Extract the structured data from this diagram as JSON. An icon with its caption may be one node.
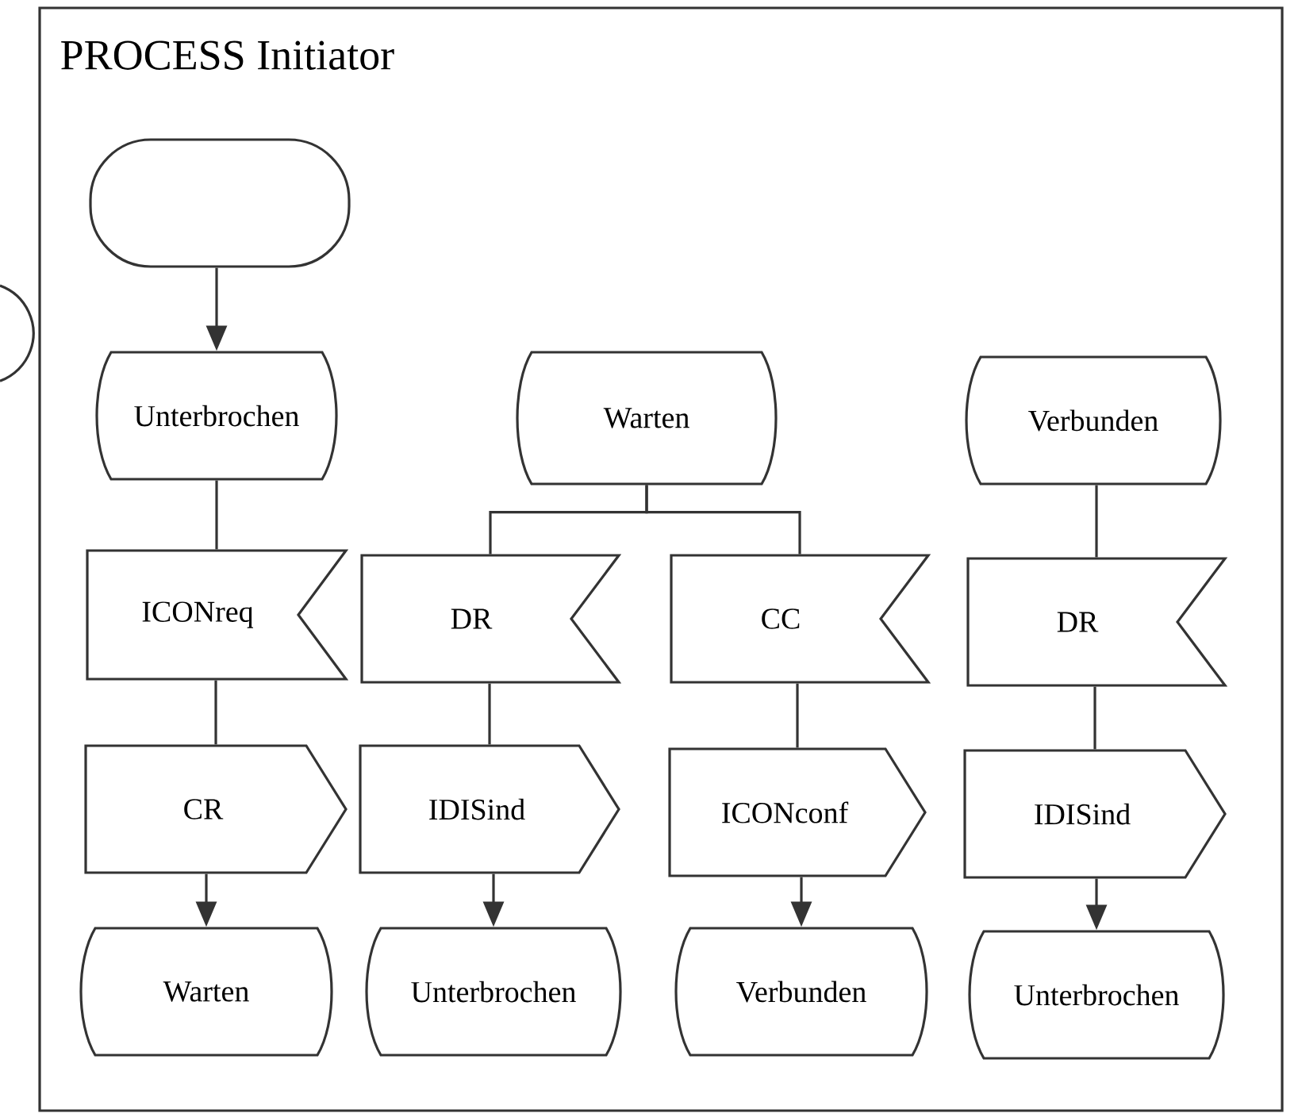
{
  "diagram": {
    "nodes": [
      {
        "text": [
          "PROCESS Initiator"
        ]
      },
      {
        "text": [],
        "shape": "box",
        "in": 0
      },
      {
        "text": [
          "Unterbrochen"
        ],
        "in": 0
      },
      {
        "text": [
          "ICONreq"
        ],
        "in": 0
      },
      {
        "text": [
          "CR"
        ],
        "in": 0
      },
      {
        "text": [
          "Warten"
        ],
        "in": 0
      },
      {
        "text": [
          "Warten"
        ],
        "in": 0
      },
      {
        "text": [
          "DR"
        ],
        "in": 0
      },
      {
        "text": [
          "IDISind"
        ],
        "in": 0
      },
      {
        "text": [
          "Unterbrochen"
        ],
        "in": 0
      },
      {
        "text": [
          "CC"
        ],
        "in": 0
      },
      {
        "text": [
          "ICONconf"
        ],
        "in": 0
      },
      {
        "text": [
          "Verbunden"
        ],
        "in": 0
      },
      {
        "text": [
          "Verbunden"
        ],
        "in": 0
      },
      {
        "text": [
          "DR"
        ],
        "in": 0
      },
      {
        "text": [
          "IDISind"
        ],
        "in": 0
      },
      {
        "text": [
          "Unterbrochen"
        ],
        "in": 0
      }
    ],
    "edges": [
      {
        "from": 1,
        "to": 2,
        "arrow": "to"
      },
      {
        "from": 2,
        "to": 3,
        "arrow": "none"
      },
      {
        "from": 3,
        "to": 4,
        "arrow": "none"
      },
      {
        "from": 4,
        "to": 5,
        "arrow": "to"
      },
      {
        "from": 6,
        "to": 7,
        "arrow": "none"
      },
      {
        "from": 6,
        "to": 10,
        "arrow": "none"
      },
      {
        "from": 7,
        "to": 8,
        "arrow": "none"
      },
      {
        "from": 8,
        "to": 9,
        "arrow": "to"
      },
      {
        "from": 10,
        "to": 11,
        "arrow": "none"
      },
      {
        "from": 11,
        "to": 12,
        "arrow": "to"
      },
      {
        "from": 13,
        "to": 14,
        "arrow": "none"
      },
      {
        "from": 14,
        "to": 15,
        "arrow": "none"
      },
      {
        "from": 15,
        "to": 16,
        "arrow": "to"
      }
    ]
  }
}
